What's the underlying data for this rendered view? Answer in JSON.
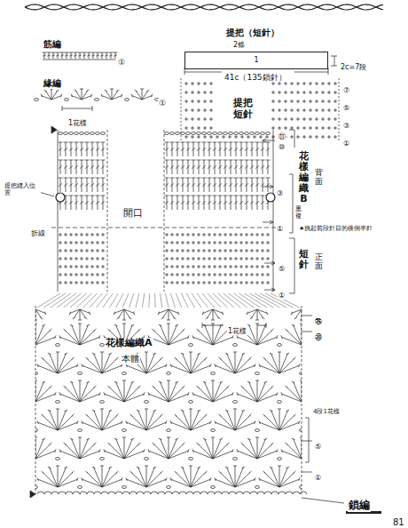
{
  "diagram": {
    "nodes": [
      {
        "text": [
          "1"
        ]
      },
      {
        "text": [
          "提把",
          "短針"
        ]
      }
    ],
    "labels": [
      "筋編",
      "①",
      "緣編",
      "①",
      "1花樣",
      "提把（短針）",
      "2條",
      "41c（135鎖針）",
      "2c=7段",
      "⑦",
      "⑤",
      "③",
      "①",
      "⑪",
      "⑩",
      "花樣編織B",
      "背面",
      "重複",
      "③",
      "①",
      "★挑起前段針目的後側半針",
      "短針",
      "正面",
      "⑤",
      "①",
      "提把縫入位置",
      "折線",
      "開口",
      "花樣編織A",
      "本體",
      "1花樣",
      "㊱",
      "㉚",
      "4段1花樣",
      "⑤",
      "①",
      "鎖編",
      "81"
    ]
  }
}
